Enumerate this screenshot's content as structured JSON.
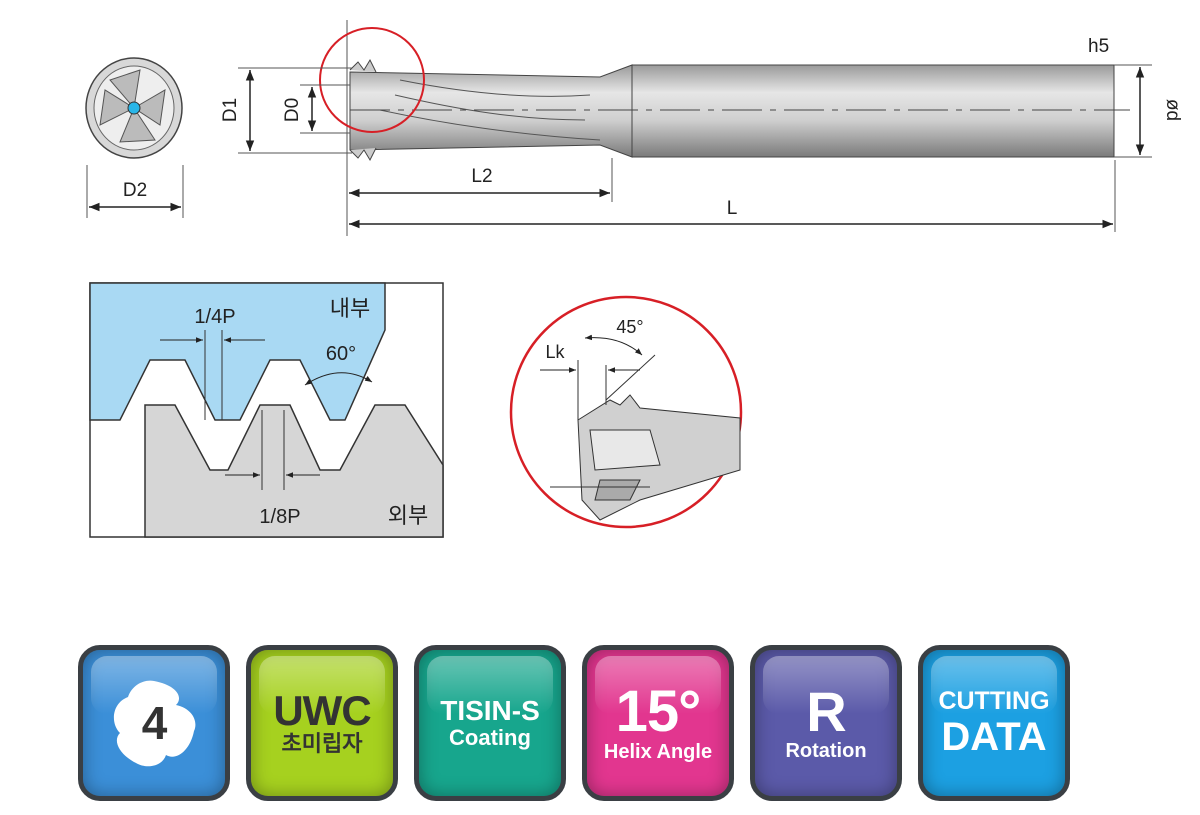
{
  "tool_drawing": {
    "labels": {
      "d1": "D1",
      "d0": "D0",
      "d2": "D2",
      "l2": "L2",
      "l": "L",
      "h5": "h5",
      "od": "ød"
    }
  },
  "thread_profile": {
    "quarter_pitch": "1/4P",
    "internal": "내부",
    "angle": "60°",
    "eighth_pitch": "1/8P",
    "external": "외부"
  },
  "detail_view": {
    "angle": "45°",
    "lk": "Lk"
  },
  "badges": [
    {
      "main": "4",
      "sub": "",
      "color": "#3b8fd8"
    },
    {
      "main": "UWC",
      "sub": "초미립자",
      "color": "#a6d11f"
    },
    {
      "main": "TISIN-S",
      "sub": "Coating",
      "color": "#17a68d"
    },
    {
      "main": "15°",
      "sub": "Helix Angle",
      "color": "#e2368f"
    },
    {
      "main": "R",
      "sub": "Rotation",
      "color": "#5b5aa9"
    },
    {
      "main": "CUTTING",
      "sub": "DATA",
      "color": "#1ca0e2"
    }
  ]
}
